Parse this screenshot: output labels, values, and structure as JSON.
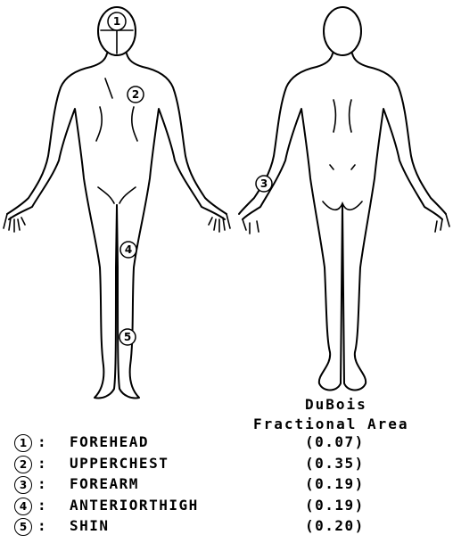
{
  "header": {
    "line1": "DuBois",
    "line2": "Fractional Area"
  },
  "markers": [
    "1",
    "2",
    "3",
    "4",
    "5"
  ],
  "legend": [
    {
      "num": "1",
      "colon": ":",
      "site": "FOREHEAD",
      "value": "(0.07)"
    },
    {
      "num": "2",
      "colon": ":",
      "site": "UPPERCHEST",
      "value": "(0.35)"
    },
    {
      "num": "3",
      "colon": ":",
      "site": "FOREARM",
      "value": "(0.19)"
    },
    {
      "num": "4",
      "colon": ":",
      "site": "ANTERIORTHIGH",
      "value": "(0.19)"
    },
    {
      "num": "5",
      "colon": ":",
      "site": "SHIN",
      "value": "(0.20)"
    }
  ]
}
